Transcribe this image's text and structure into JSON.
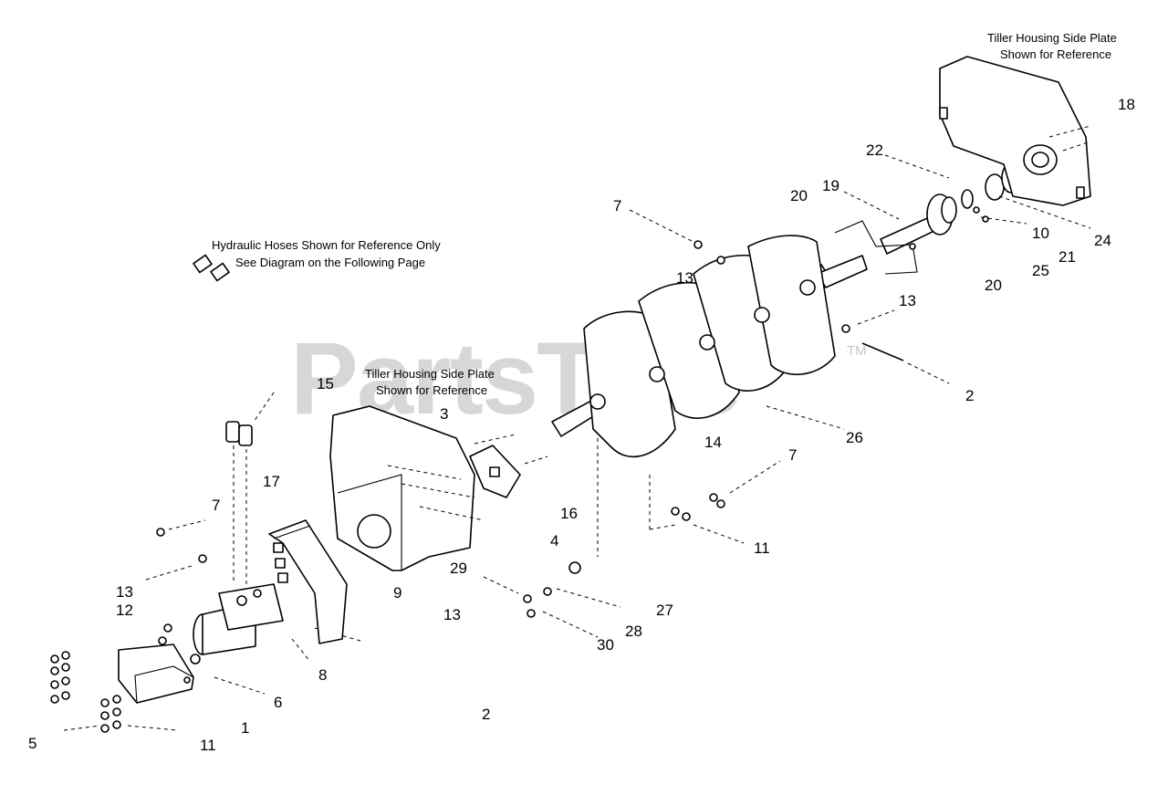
{
  "watermark": {
    "text": "PartsTree",
    "tm": "TM"
  },
  "notes": {
    "hoses_line1": "Hydraulic Hoses Shown for Reference Only",
    "hoses_line2": "See Diagram on the Following Page",
    "side_plate_left_line1": "Tiller Housing Side Plate",
    "side_plate_left_line2": "Shown for Reference",
    "side_plate_right_line1": "Tiller Housing Side Plate",
    "side_plate_right_line2": "Shown for Reference"
  },
  "callouts": {
    "c1": "1",
    "c2a": "2",
    "c2b": "2",
    "c3": "3",
    "c4": "4",
    "c5": "5",
    "c6": "6",
    "c7a": "7",
    "c7b": "7",
    "c7c": "7",
    "c8": "8",
    "c9": "9",
    "c10": "10",
    "c11a": "11",
    "c11b": "11",
    "c12": "12",
    "c13a": "13",
    "c13b": "13",
    "c13c": "13",
    "c13d": "13",
    "c14": "14",
    "c15": "15",
    "c16": "16",
    "c17": "17",
    "c18": "18",
    "c19": "19",
    "c20a": "20",
    "c20b": "20",
    "c21": "21",
    "c22": "22",
    "c24": "24",
    "c25": "25",
    "c26": "26",
    "c27": "27",
    "c28": "28",
    "c29": "29",
    "c30": "30"
  }
}
